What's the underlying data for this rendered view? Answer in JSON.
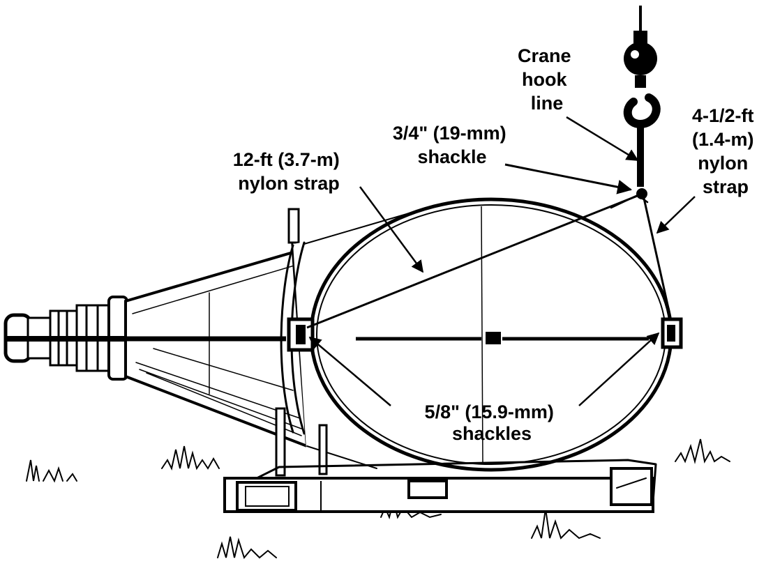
{
  "labels": {
    "crane_hook_line": [
      "Crane",
      "hook",
      "line"
    ],
    "nylon_strap_long": [
      "12-ft (3.7-m)",
      "nylon strap"
    ],
    "shackle_top": [
      "3/4\" (19-mm)",
      "shackle"
    ],
    "nylon_strap_short": [
      "4-1/2-ft",
      "(1.4-m)",
      "nylon",
      "strap"
    ],
    "shackles_side": [
      "5/8\" (15.9-mm)",
      "shackles"
    ]
  },
  "colors": {
    "ink": "#000000",
    "paper": "#ffffff"
  }
}
